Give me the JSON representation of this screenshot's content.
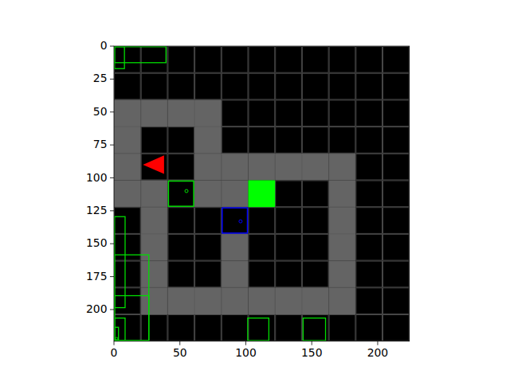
{
  "diagram": {
    "labels": [
      "0",
      "25",
      "50",
      "75",
      "100",
      "125",
      "150",
      "175",
      "200",
      "0",
      "50",
      "100",
      "150",
      "200"
    ]
  }
}
